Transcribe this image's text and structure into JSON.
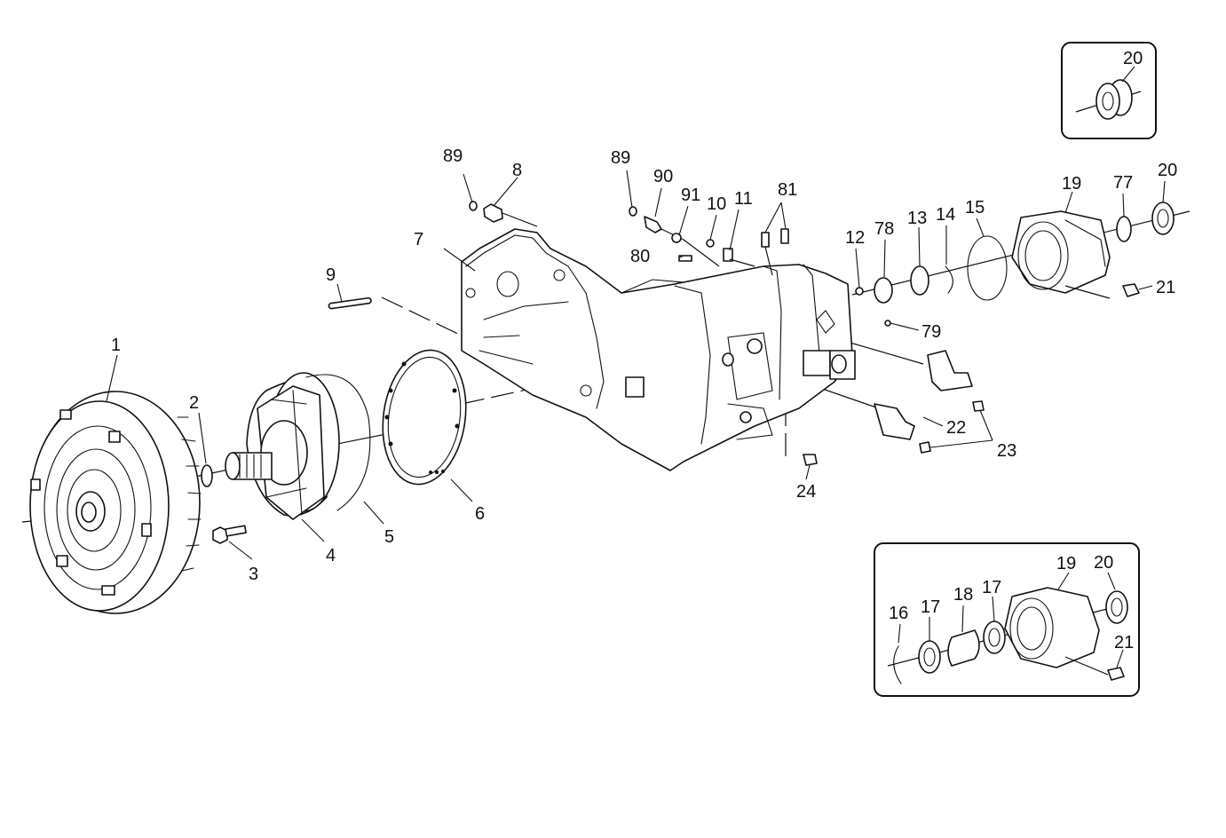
{
  "diagram": {
    "callouts": {
      "c1": "1",
      "c2": "2",
      "c3": "3",
      "c4": "4",
      "c5": "5",
      "c6": "6",
      "c7": "7",
      "c8": "8",
      "c9": "9",
      "c10": "10",
      "c11": "11",
      "c12": "12",
      "c13": "13",
      "c14": "14",
      "c15": "15",
      "c19": "19",
      "c20": "20",
      "c21": "21",
      "c22": "22",
      "c23": "23",
      "c24": "24",
      "c77": "77",
      "c78": "78",
      "c79": "79",
      "c80": "80",
      "c81": "81",
      "c89a": "89",
      "c89b": "89",
      "c90": "90",
      "c91": "91"
    },
    "inset_top": {
      "c20": "20"
    },
    "inset_bottom": {
      "c16": "16",
      "c17a": "17",
      "c17b": "17",
      "c18": "18",
      "c19": "19",
      "c20": "20",
      "c21": "21"
    }
  }
}
